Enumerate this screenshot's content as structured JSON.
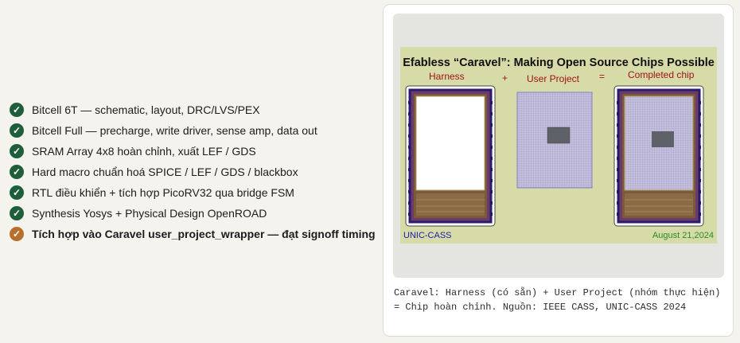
{
  "checklist": [
    {
      "label": "Bitcell 6T — schematic, layout, DRC/LVS/PEX",
      "status": "done"
    },
    {
      "label": "Bitcell Full — precharge, write driver, sense amp, data out",
      "status": "done"
    },
    {
      "label": "SRAM Array 4x8 hoàn chỉnh, xuất LEF / GDS",
      "status": "done"
    },
    {
      "label": "Hard macro chuẩn hoá SPICE / LEF / GDS / blackbox",
      "status": "done"
    },
    {
      "label": "RTL điều khiển + tích hợp PicoRV32 qua bridge FSM",
      "status": "done"
    },
    {
      "label": "Synthesis Yosys + Physical Design OpenROAD",
      "status": "done"
    },
    {
      "label": "Tích hợp vào Caravel user_project_wrapper — đạt signoff timing",
      "status": "pending"
    }
  ],
  "icons": {
    "done": "check-circle-icon",
    "pending": "pending-check-icon"
  },
  "colors": {
    "done": "#1f5e3b",
    "pending": "#b86f2e",
    "slide_bg": "#d6dba7",
    "label_red": "#a01414"
  },
  "figure": {
    "slide_title": "Efabless “Caravel”:  Making Open Source Chips Possible",
    "labels": {
      "harness": "Harness",
      "plus": "+",
      "user_project": "User Project",
      "equals": "=",
      "completed": "Completed chip"
    },
    "footer_left": "UNIC-CASS",
    "footer_right": "August 21,2024",
    "caption": "Caravel: Harness (có sẵn) + User Project (nhóm thực hiện) = Chip hoàn chỉnh. Nguồn: IEEE CASS, UNIC-CASS 2024"
  }
}
